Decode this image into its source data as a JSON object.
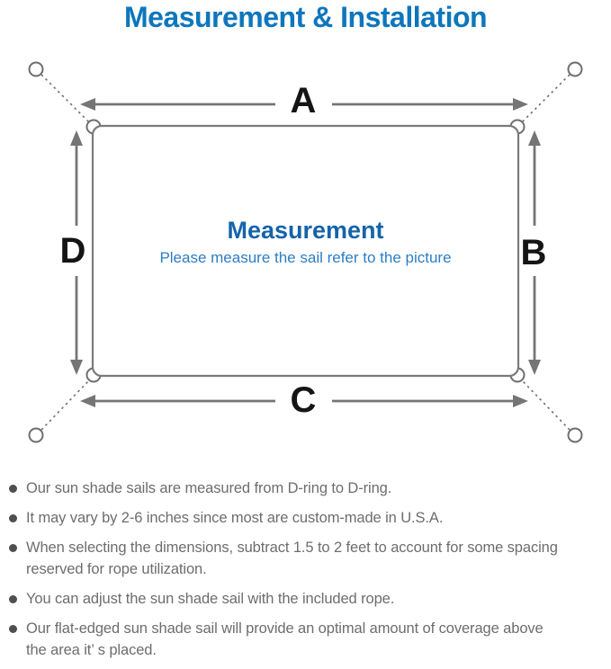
{
  "title": {
    "text": "Measurement & Installation",
    "color": "#0e76bc"
  },
  "diagram": {
    "dimension_labels": {
      "top": "A",
      "right": "B",
      "bottom": "C",
      "left": "D"
    },
    "center": {
      "title": "Measurement",
      "subtitle": "Please measure the sail refer to the picture",
      "title_color": "#1563aa",
      "subtitle_color": "#2d7dc4"
    },
    "line_color": "#757575",
    "label_color": "#151515"
  },
  "notes": {
    "bullet_color": "#4f4f4f",
    "text_color": "#6d6d6d",
    "items": [
      {
        "lines": [
          "Our sun shade sails are measured from D-ring to D-ring."
        ]
      },
      {
        "lines": [
          "It may vary by 2-6 inches since most are custom-made in U.S.A."
        ]
      },
      {
        "lines": [
          "When selecting the dimensions, subtract 1.5 to 2 feet to account for some spacing",
          "reserved for rope utilization."
        ]
      },
      {
        "lines": [
          "You can adjust the sun shade sail with the included rope."
        ]
      },
      {
        "lines": [
          "Our flat-edged sun shade sail will provide an optimal amount of coverage above",
          "the area it’ s placed."
        ]
      }
    ]
  }
}
